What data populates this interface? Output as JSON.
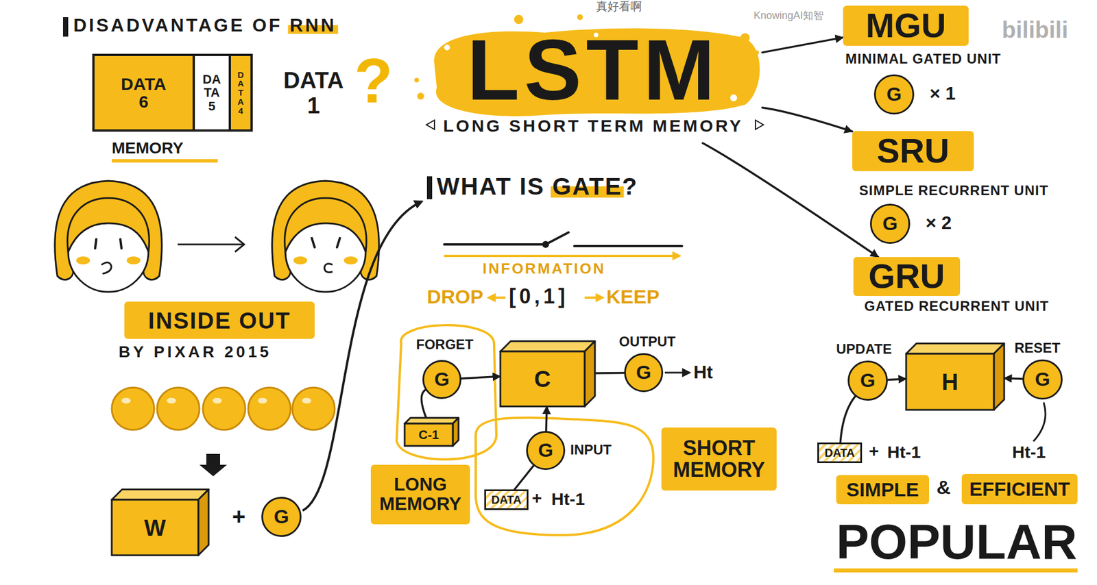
{
  "diagram": {
    "nodes": [
      {
        "text": [
          "MEMORY"
        ]
      },
      {
        "text": [
          "DATA 6"
        ],
        "in": 0
      },
      {
        "text": [
          "DATA 5"
        ],
        "in": 0
      },
      {
        "text": [
          "DATA 4"
        ],
        "in": 0
      },
      {
        "text": [
          "INSIDE OUT"
        ]
      },
      {
        "text": [
          "W"
        ]
      },
      {
        "text": [
          "G"
        ]
      },
      {
        "text": [
          "LSTM",
          "LONG SHORT TERM MEMORY"
        ]
      },
      {
        "text": [
          "FORGET",
          "G"
        ]
      },
      {
        "text": [
          "C"
        ]
      },
      {
        "text": [
          "OUTPUT",
          "G"
        ]
      },
      {
        "text": [
          "C-1"
        ]
      },
      {
        "text": [
          "G",
          "INPUT"
        ]
      },
      {
        "text": [
          "LONG MEMORY"
        ]
      },
      {
        "text": [
          "DATA"
        ]
      },
      {
        "text": [
          "SHORT MEMORY"
        ]
      },
      {
        "text": [
          "MGU",
          "MINIMAL GATED UNIT"
        ]
      },
      {
        "text": [
          "G"
        ]
      },
      {
        "text": [
          "SRU",
          "SIMPLE RECURRENT UNIT"
        ]
      },
      {
        "text": [
          "G"
        ]
      },
      {
        "text": [
          "GRU",
          "GATED RECURRENT UNIT"
        ]
      },
      {
        "text": [
          "UPDATE",
          "G"
        ]
      },
      {
        "text": [
          "H"
        ]
      },
      {
        "text": [
          "RESET",
          "G"
        ]
      },
      {
        "text": [
          "DATA"
        ]
      },
      {
        "text": [
          "SIMPLE"
        ]
      },
      {
        "text": [
          "EFFICIENT"
        ]
      }
    ],
    "edges": [
      {
        "from": 7,
        "to": 16,
        "arrow": "to"
      },
      {
        "from": 7,
        "to": 18,
        "arrow": "to"
      },
      {
        "from": 7,
        "to": 20,
        "arrow": "to"
      },
      {
        "from": 11,
        "to": 8,
        "arrow": "none"
      },
      {
        "from": 8,
        "to": 9,
        "arrow": "to"
      },
      {
        "from": 12,
        "to": 9,
        "arrow": "to"
      },
      {
        "from": 14,
        "to": 12,
        "arrow": "none"
      },
      {
        "from": 9,
        "to": 10,
        "arrow": "none"
      },
      {
        "from": 24,
        "to": 21,
        "arrow": "none"
      },
      {
        "from": 21,
        "to": 22,
        "arrow": "to"
      },
      {
        "from": 23,
        "to": 22,
        "arrow": "to"
      }
    ],
    "labels": [
      "真好看啊",
      "KnowingAI知智",
      "bilibili",
      "DISADVANTAGE OF RNN",
      "DATA 1",
      "?",
      "BY PIXAR 2015",
      "+",
      "WHAT IS GATE?",
      "INFORMATION",
      "DROP",
      "[0,1]",
      "KEEP",
      "Ht",
      "+",
      "Ht-1",
      "× 1",
      "× 2",
      "+",
      "Ht-1",
      "Ht-1",
      "&",
      "POPULAR"
    ]
  }
}
